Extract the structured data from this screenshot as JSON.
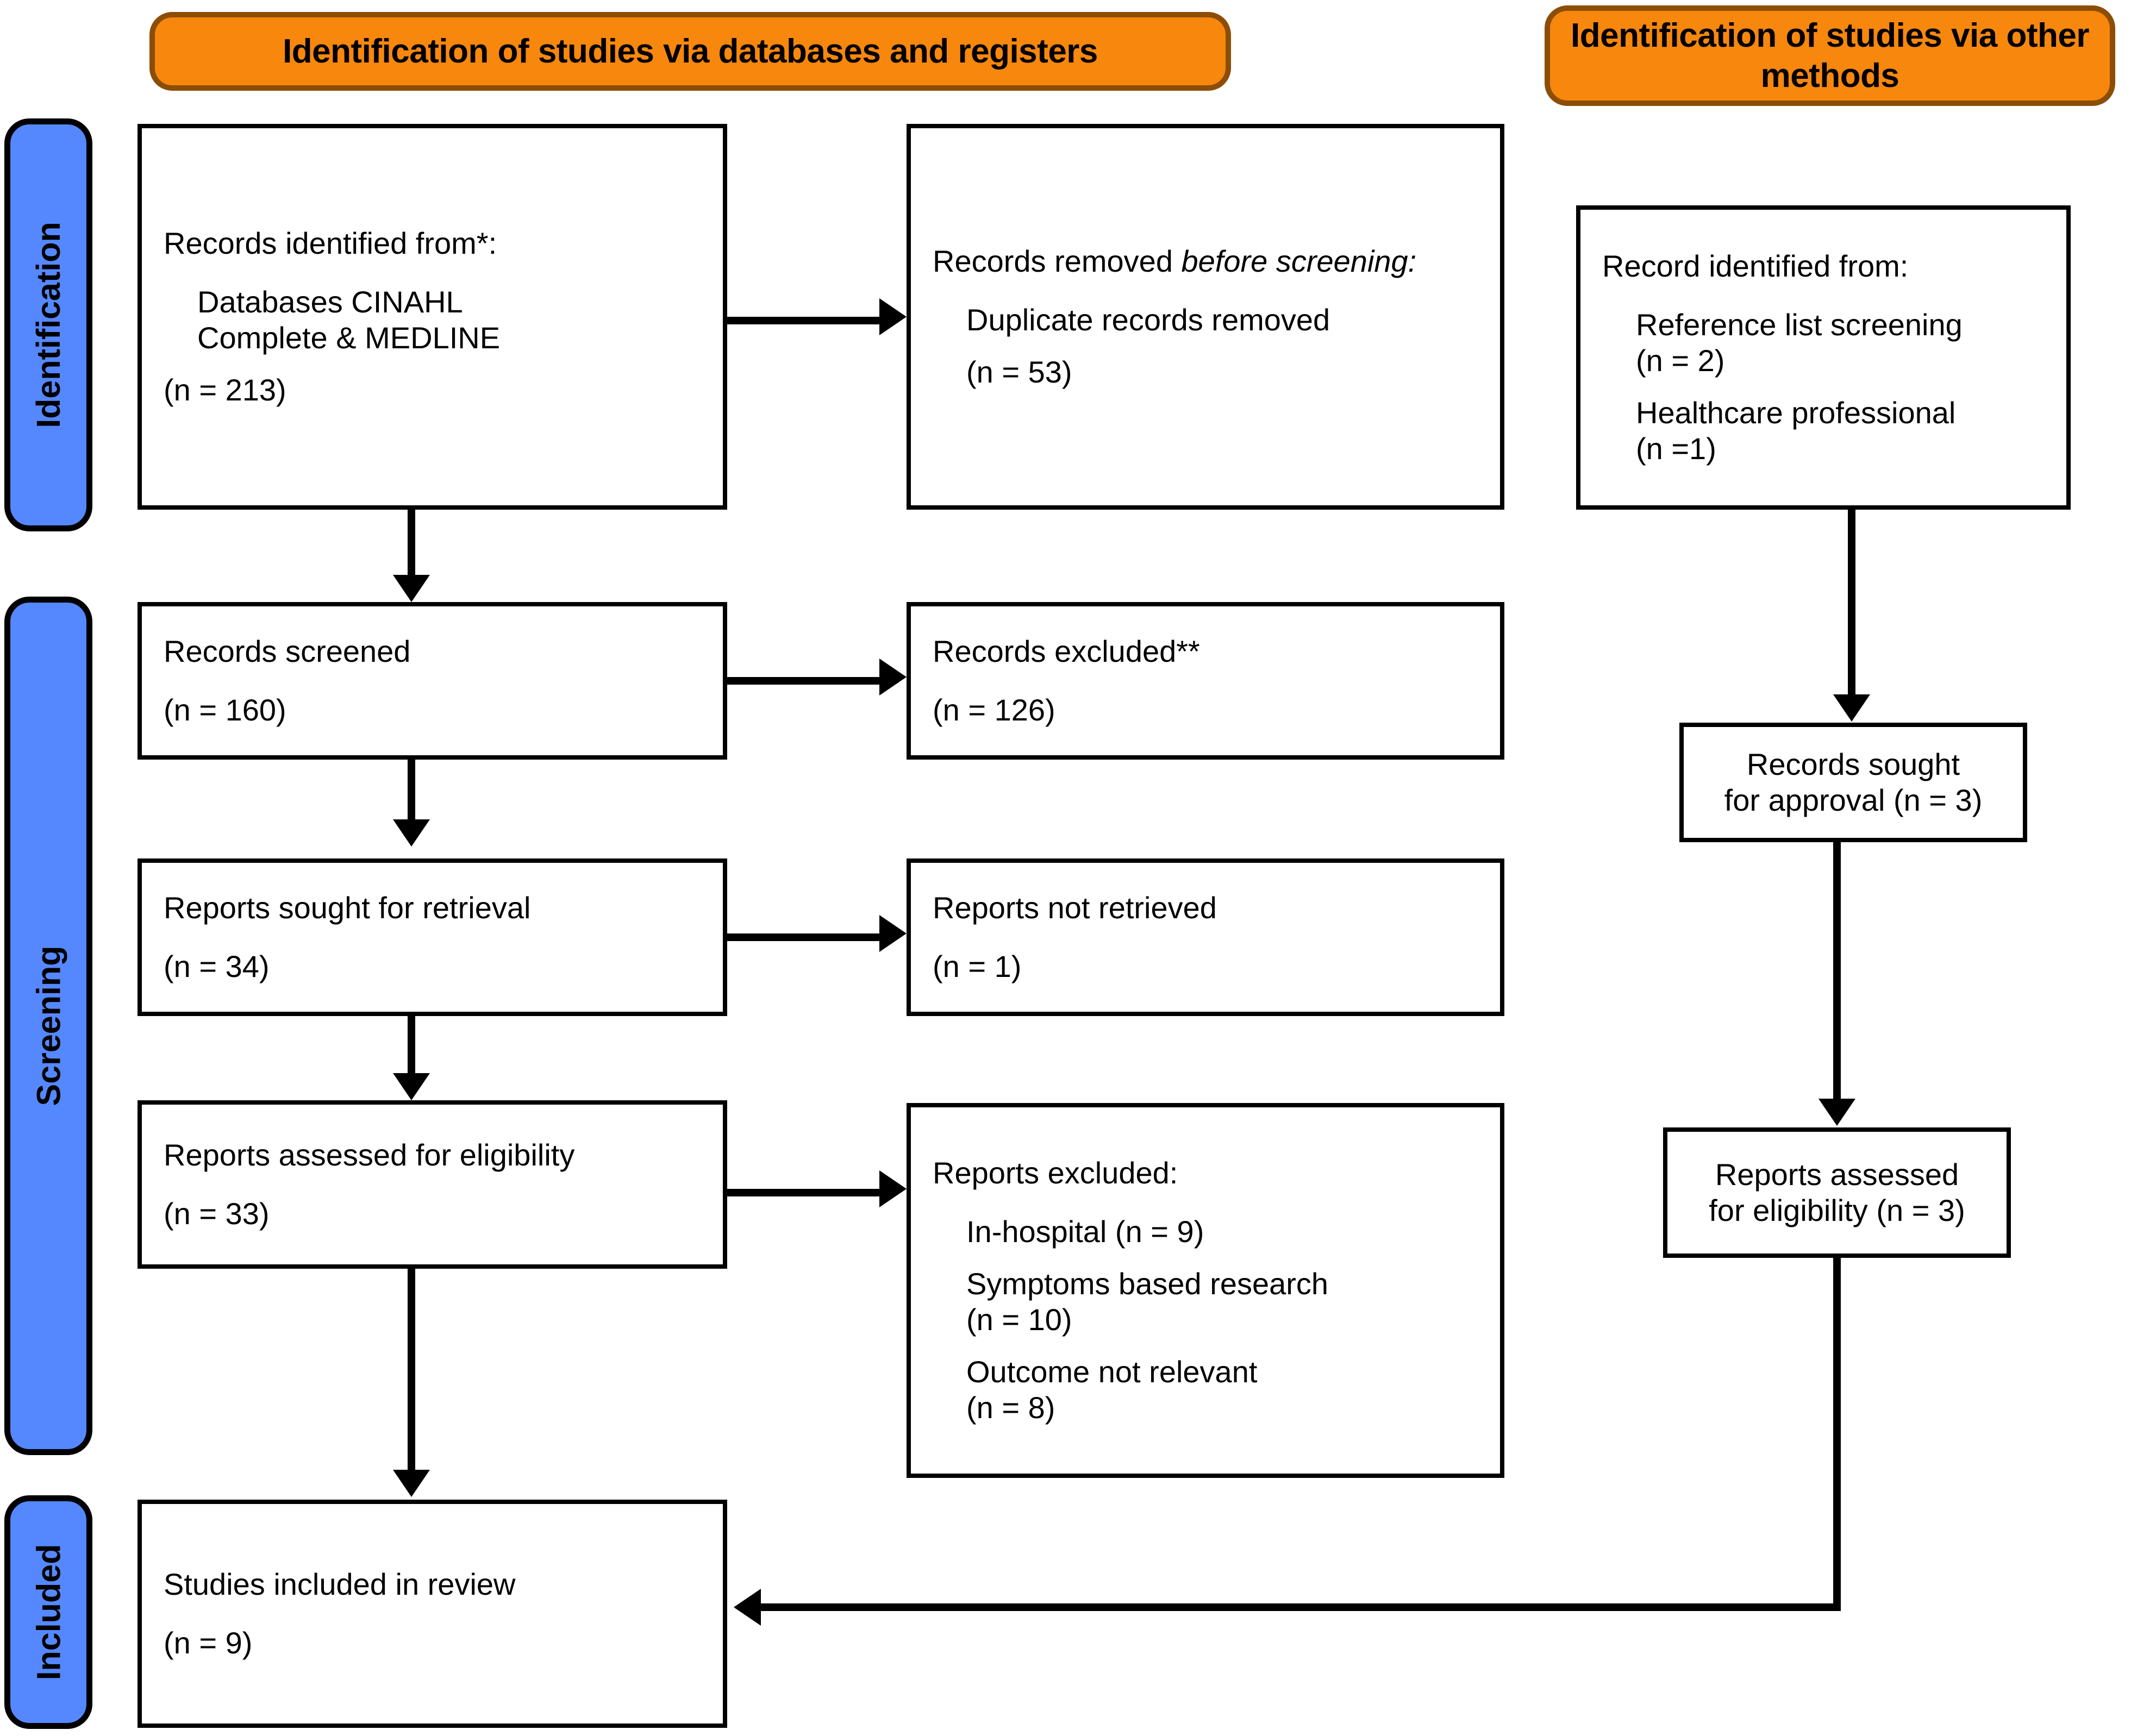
{
  "headers": [
    {
      "id": "databases",
      "label": "Identification of studies via databases and registers"
    },
    {
      "id": "other",
      "label": "Identification of studies via other methods"
    }
  ],
  "phases": [
    {
      "id": "identification",
      "label": "Identification"
    },
    {
      "id": "screening",
      "label": "Screening"
    },
    {
      "id": "included",
      "label": "Included"
    }
  ],
  "colors": {
    "header_fill": "#F7870D",
    "header_border": "#8C4D05",
    "phase_fill": "#5588FF",
    "phase_border": "#000000",
    "box_border": "#000000",
    "text": "#000000",
    "background": "#FFFFFF"
  },
  "boxes": {
    "records_identified": {
      "title": "Records identified from*:",
      "line1": "Databases CINAHL",
      "line2": "Complete & MEDLINE",
      "count": "(n = 213)"
    },
    "records_removed": {
      "title_pre": "Records removed ",
      "title_italic": "before screening",
      "title_post": ":",
      "line1": "Duplicate records removed",
      "count": "(n = 53)"
    },
    "record_identified_other": {
      "title": "Record identified from:",
      "item1": "Reference list screening",
      "item1_count": "(n = 2)",
      "item2": "Healthcare professional",
      "item2_count": "(n =1)"
    },
    "records_screened": {
      "title": "Records screened",
      "count": "(n = 160)"
    },
    "records_excluded": {
      "title": "Records excluded**",
      "count": "(n = 126)"
    },
    "records_sought_approval": {
      "line1": "Records sought",
      "line2": "for approval (n = 3)"
    },
    "reports_sought_retrieval": {
      "title": "Reports sought for retrieval",
      "count": "(n = 34)"
    },
    "reports_not_retrieved": {
      "title": "Reports not retrieved",
      "count": "(n = 1)"
    },
    "reports_assessed_eligibility": {
      "title": "Reports assessed for eligibility",
      "count": "(n = 33)"
    },
    "reports_excluded": {
      "title": "Reports excluded:",
      "reasons": [
        {
          "label": "In-hospital (n = 9)",
          "count": ""
        },
        {
          "label": "Symptoms based research",
          "count": "(n = 10)"
        },
        {
          "label": "Outcome not relevant",
          "count": "(n = 8)"
        }
      ]
    },
    "reports_assessed_other": {
      "line1": "Reports assessed",
      "line2": "for eligibility (n = 3)"
    },
    "studies_included": {
      "title": "Studies included in review",
      "count": "(n = 9)"
    }
  }
}
